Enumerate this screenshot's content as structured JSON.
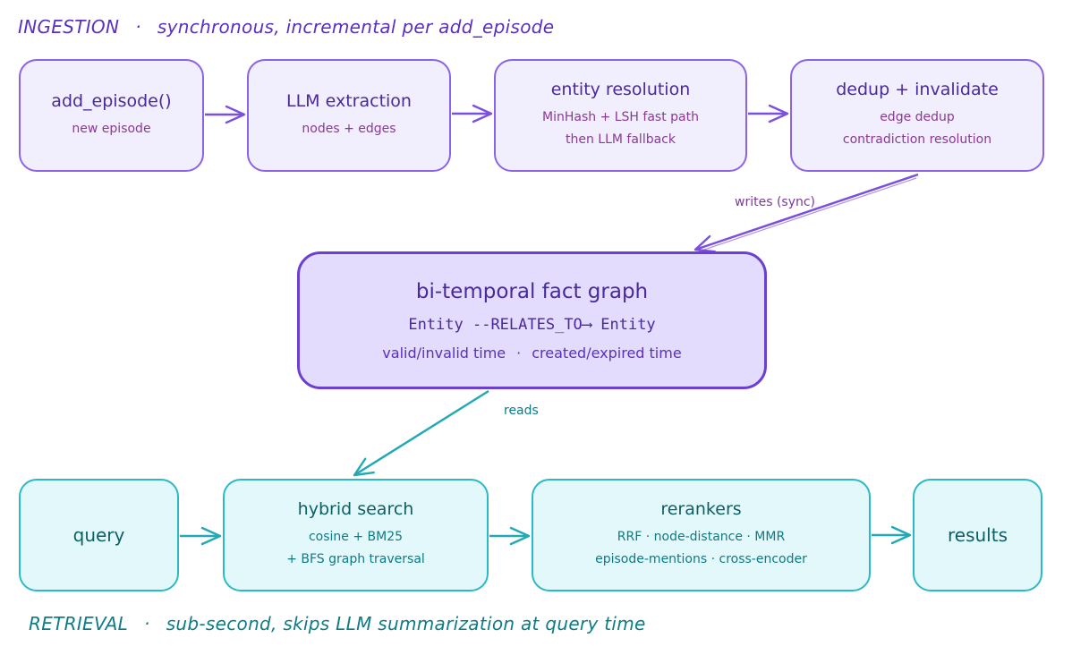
{
  "ingestion": {
    "label": "INGESTION",
    "separator": "·",
    "description": "synchronous, incremental per add_episode"
  },
  "retrieval": {
    "label": "RETRIEVAL",
    "separator": "·",
    "description": "sub-second, skips LLM summarization at query time"
  },
  "nodes": {
    "add_episode": {
      "title": "add_episode()",
      "lines": [
        "new episode"
      ]
    },
    "llm_extraction": {
      "title": "LLM extraction",
      "lines": [
        "nodes + edges"
      ]
    },
    "entity_resolution": {
      "title": "entity resolution",
      "lines": [
        "MinHash + LSH fast path",
        "then LLM fallback"
      ]
    },
    "dedup": {
      "title": "dedup + invalidate",
      "lines": [
        "edge dedup",
        "contradiction resolution"
      ]
    },
    "graph": {
      "title": "bi-temporal fact graph",
      "schema": "Entity --RELATES_TO⟶ Entity",
      "time_a": "valid/invalid time",
      "separator": "·",
      "time_b": "created/expired time"
    },
    "query": {
      "title": "query"
    },
    "hybrid_search": {
      "title": "hybrid search",
      "lines": [
        "cosine + BM25",
        "+ BFS graph traversal"
      ]
    },
    "rerankers": {
      "title": "rerankers",
      "lines": [
        "RRF · node-distance · MMR",
        "episode-mentions · cross-encoder"
      ]
    },
    "results": {
      "title": "results"
    }
  },
  "edges": {
    "writes": "writes (sync)",
    "reads": "reads"
  },
  "colors": {
    "ingestion_stroke": "#8b63e6",
    "ingestion_fill": "#f1eefd",
    "graph_fill": "#e4dcfc",
    "graph_stroke": "#6a3fd1",
    "retrieval_stroke": "#2bb9c6",
    "retrieval_fill": "#e3f8fb",
    "arrow_purple": "#7b4fe0",
    "arrow_teal": "#22a9b6"
  }
}
